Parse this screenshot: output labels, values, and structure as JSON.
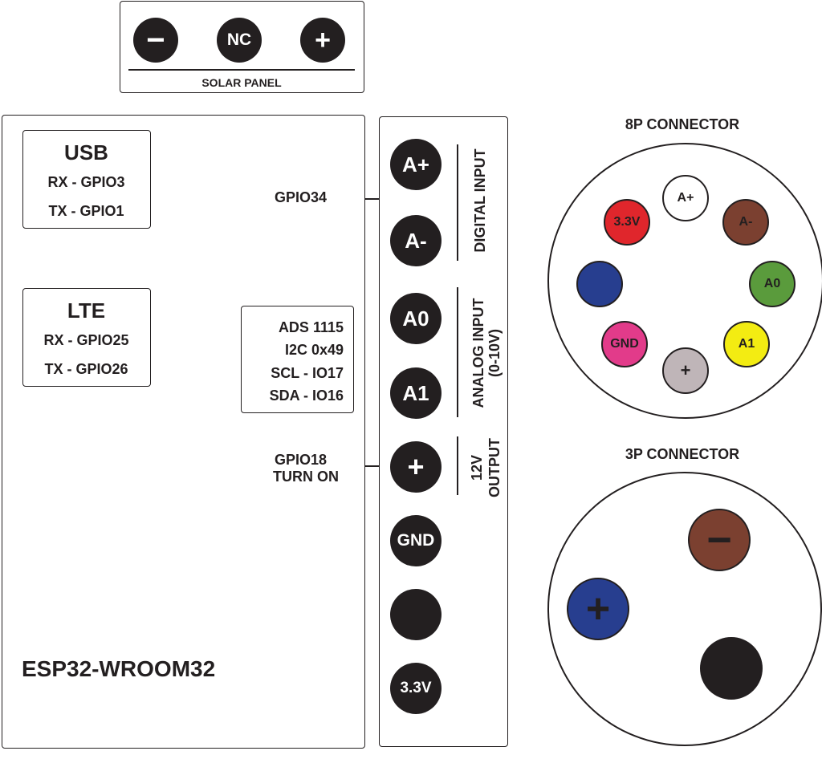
{
  "solar_panel": {
    "title": "SOLAR PANEL",
    "pins": [
      "−",
      "NC",
      "+"
    ]
  },
  "esp": {
    "title": "ESP32-WROOM32",
    "usb": {
      "title": "USB",
      "rx": "RX - GPIO3",
      "tx": "TX - GPIO1"
    },
    "lte": {
      "title": "LTE",
      "rx": "RX - GPIO25",
      "tx": "TX - GPIO26"
    },
    "ads": {
      "line1": "ADS 1115",
      "line2": "I2C 0x49",
      "line3": "SCL - IO17",
      "line4": "SDA - IO16"
    },
    "gpio34": "GPIO34",
    "gpio18_line1": "GPIO18",
    "gpio18_line2": "TURN ON"
  },
  "terminal": {
    "pins": [
      "A+",
      "A-",
      "A0",
      "A1",
      "+",
      "GND",
      "",
      "3.3V"
    ],
    "digital_input": "DIGITAL INPUT",
    "analog_input_line1": "ANALOG INPUT",
    "analog_input_line2": "(0-10V)",
    "output_line1": "12V",
    "output_line2": "OUTPUT"
  },
  "connector_8p": {
    "title": "8P CONNECTOR",
    "pins": [
      {
        "label": "A+",
        "color": "#ffffff"
      },
      {
        "label": "A-",
        "color": "#7b4030"
      },
      {
        "label": "A0",
        "color": "#5a9b3c"
      },
      {
        "label": "A1",
        "color": "#f3ec12"
      },
      {
        "label": "+",
        "color": "#bfb5b8"
      },
      {
        "label": "GND",
        "color": "#e23b8a"
      },
      {
        "label": "",
        "color": "#273e8f"
      },
      {
        "label": "3.3V",
        "color": "#e0262c"
      }
    ]
  },
  "connector_3p": {
    "title": "3P CONNECTOR",
    "minus": {
      "label": "−",
      "color": "#7b4030"
    },
    "plus": {
      "label": "+",
      "color": "#273e8f"
    },
    "blank": {
      "label": "",
      "color": "#231f20"
    }
  }
}
